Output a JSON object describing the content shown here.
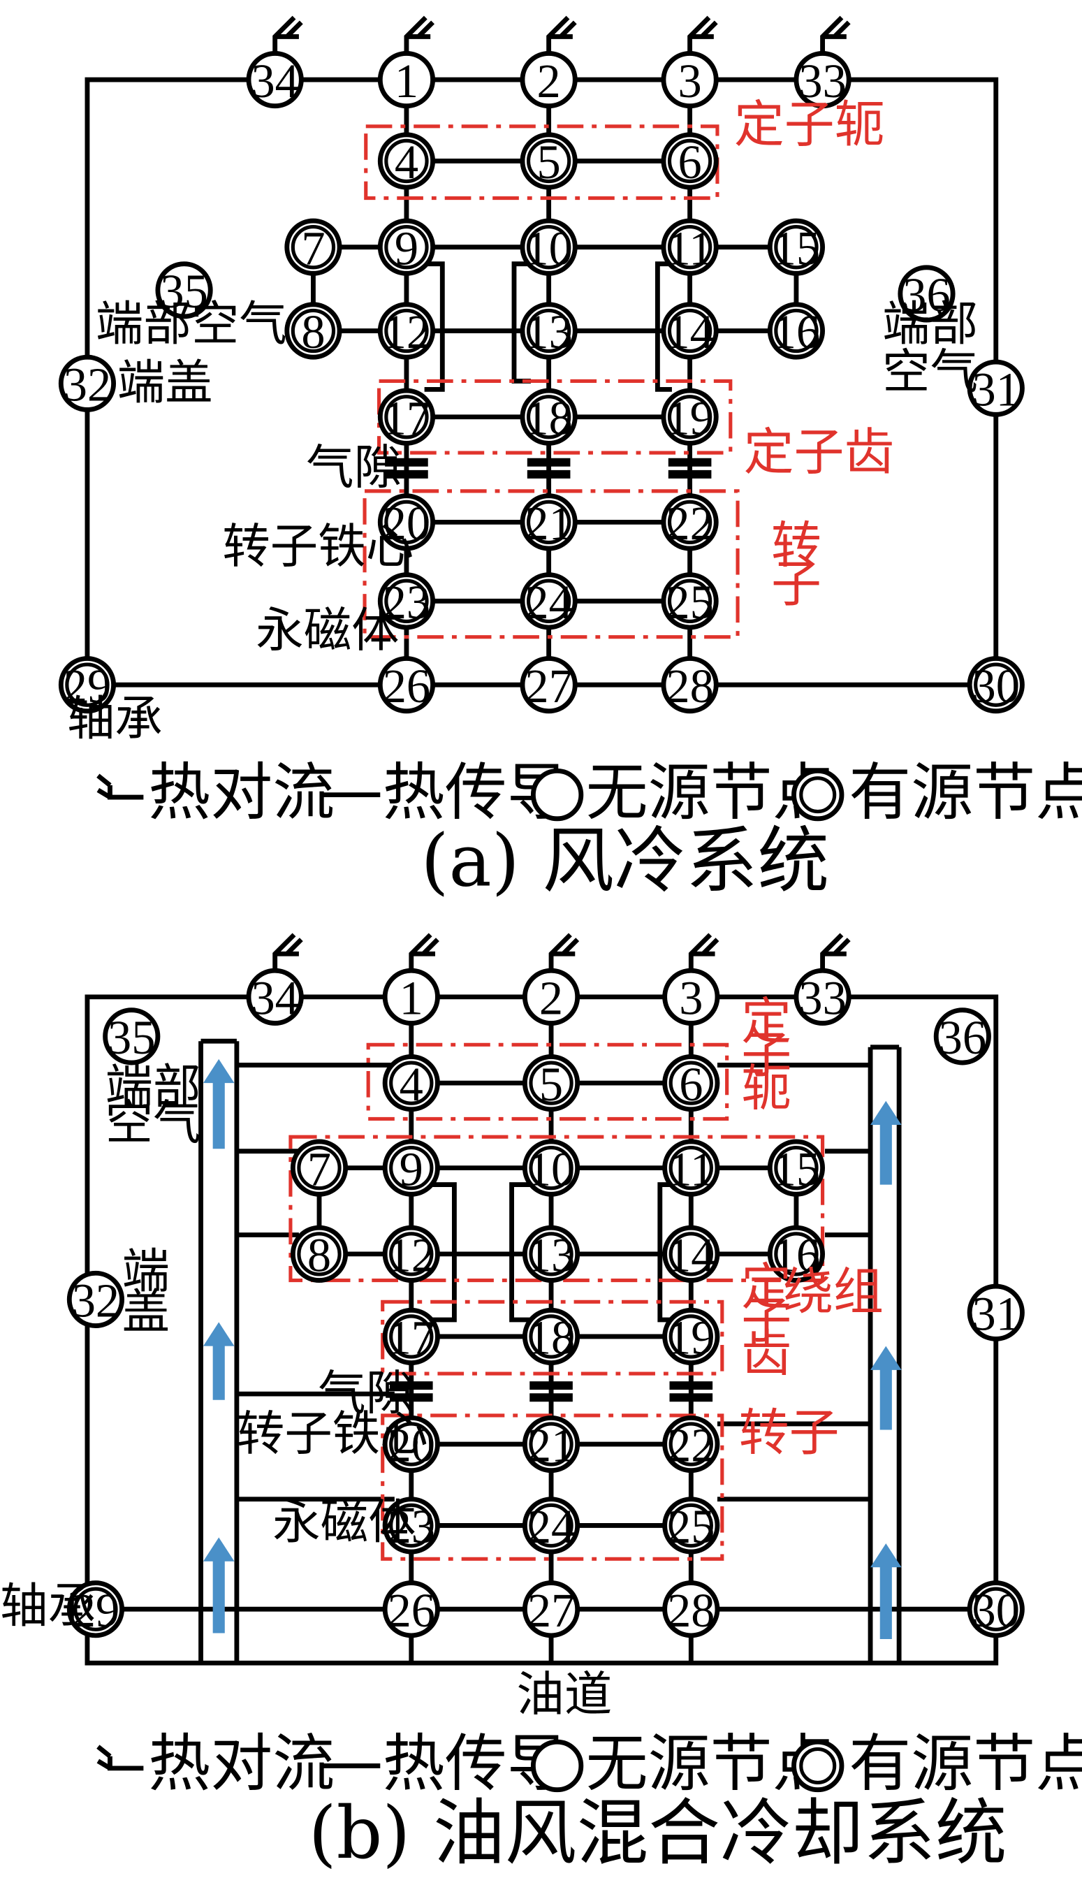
{
  "panel_a": {
    "caption": "(a)  风冷系统",
    "labels": {
      "stator_yoke": "定子轭",
      "stator_teeth": "定子齿",
      "rotor_1": "转",
      "rotor_2": "子",
      "end_air_left": "端部空气",
      "end_air_right_1": "端部",
      "end_air_right_2": "空气",
      "end_cap": "端盖",
      "air_gap": "气隙",
      "rotor_core": "转子铁心",
      "magnet": "永磁体",
      "bearing": "轴承"
    }
  },
  "panel_b": {
    "caption": "(b)  油风混合冷却系统",
    "labels": {
      "stator_yoke_1": "定",
      "stator_yoke_2": "子",
      "stator_yoke_3": "轭",
      "stator_teeth_1": "定",
      "stator_teeth_2": "子",
      "stator_teeth_3": "齿",
      "winding": "绕组",
      "rotor": "转子",
      "end_air_1": "端部",
      "end_air_2": "空气",
      "end_cap_1": "端",
      "end_cap_2": "盖",
      "air_gap": "气隙",
      "rotor_core": "转子铁心",
      "magnet": "永磁体",
      "bearing": "轴承",
      "oil_channel": "油道"
    }
  },
  "legend": {
    "convection": "热对流",
    "conduction": "热传导",
    "passive_node": "无源节点",
    "active_node": "有源节点"
  },
  "colors": {
    "region_box": "#e0332c",
    "oil_arrow": "#4a90c8"
  },
  "nodes_a": [
    {
      "id": "34",
      "active": false
    },
    {
      "id": "1",
      "active": false
    },
    {
      "id": "2",
      "active": false
    },
    {
      "id": "3",
      "active": false
    },
    {
      "id": "33",
      "active": false
    },
    {
      "id": "4",
      "active": true
    },
    {
      "id": "5",
      "active": true
    },
    {
      "id": "6",
      "active": true
    },
    {
      "id": "7",
      "active": true
    },
    {
      "id": "9",
      "active": true
    },
    {
      "id": "10",
      "active": true
    },
    {
      "id": "11",
      "active": true
    },
    {
      "id": "15",
      "active": true
    },
    {
      "id": "35",
      "active": false
    },
    {
      "id": "36",
      "active": false
    },
    {
      "id": "8",
      "active": true
    },
    {
      "id": "12",
      "active": true
    },
    {
      "id": "13",
      "active": true
    },
    {
      "id": "14",
      "active": true
    },
    {
      "id": "16",
      "active": true
    },
    {
      "id": "32",
      "active": false
    },
    {
      "id": "31",
      "active": false
    },
    {
      "id": "17",
      "active": true
    },
    {
      "id": "18",
      "active": true
    },
    {
      "id": "19",
      "active": true
    },
    {
      "id": "20",
      "active": true
    },
    {
      "id": "21",
      "active": true
    },
    {
      "id": "22",
      "active": true
    },
    {
      "id": "23",
      "active": true
    },
    {
      "id": "24",
      "active": true
    },
    {
      "id": "25",
      "active": true
    },
    {
      "id": "29",
      "active": true
    },
    {
      "id": "26",
      "active": false
    },
    {
      "id": "27",
      "active": false
    },
    {
      "id": "28",
      "active": false
    },
    {
      "id": "30",
      "active": true
    }
  ],
  "nodes_b": [
    {
      "id": "34",
      "active": false
    },
    {
      "id": "1",
      "active": false
    },
    {
      "id": "2",
      "active": false
    },
    {
      "id": "3",
      "active": false
    },
    {
      "id": "33",
      "active": false
    },
    {
      "id": "35",
      "active": false
    },
    {
      "id": "36",
      "active": false
    },
    {
      "id": "4",
      "active": true
    },
    {
      "id": "5",
      "active": true
    },
    {
      "id": "6",
      "active": true
    },
    {
      "id": "7",
      "active": true
    },
    {
      "id": "9",
      "active": true
    },
    {
      "id": "10",
      "active": true
    },
    {
      "id": "11",
      "active": true
    },
    {
      "id": "15",
      "active": true
    },
    {
      "id": "8",
      "active": true
    },
    {
      "id": "12",
      "active": true
    },
    {
      "id": "13",
      "active": true
    },
    {
      "id": "14",
      "active": true
    },
    {
      "id": "16",
      "active": true
    },
    {
      "id": "32",
      "active": false
    },
    {
      "id": "31",
      "active": false
    },
    {
      "id": "17",
      "active": true
    },
    {
      "id": "18",
      "active": true
    },
    {
      "id": "19",
      "active": true
    },
    {
      "id": "20",
      "active": true
    },
    {
      "id": "21",
      "active": true
    },
    {
      "id": "22",
      "active": true
    },
    {
      "id": "23",
      "active": true
    },
    {
      "id": "24",
      "active": true
    },
    {
      "id": "25",
      "active": true
    },
    {
      "id": "29",
      "active": true
    },
    {
      "id": "26",
      "active": false
    },
    {
      "id": "27",
      "active": false
    },
    {
      "id": "28",
      "active": false
    },
    {
      "id": "30",
      "active": true
    }
  ]
}
